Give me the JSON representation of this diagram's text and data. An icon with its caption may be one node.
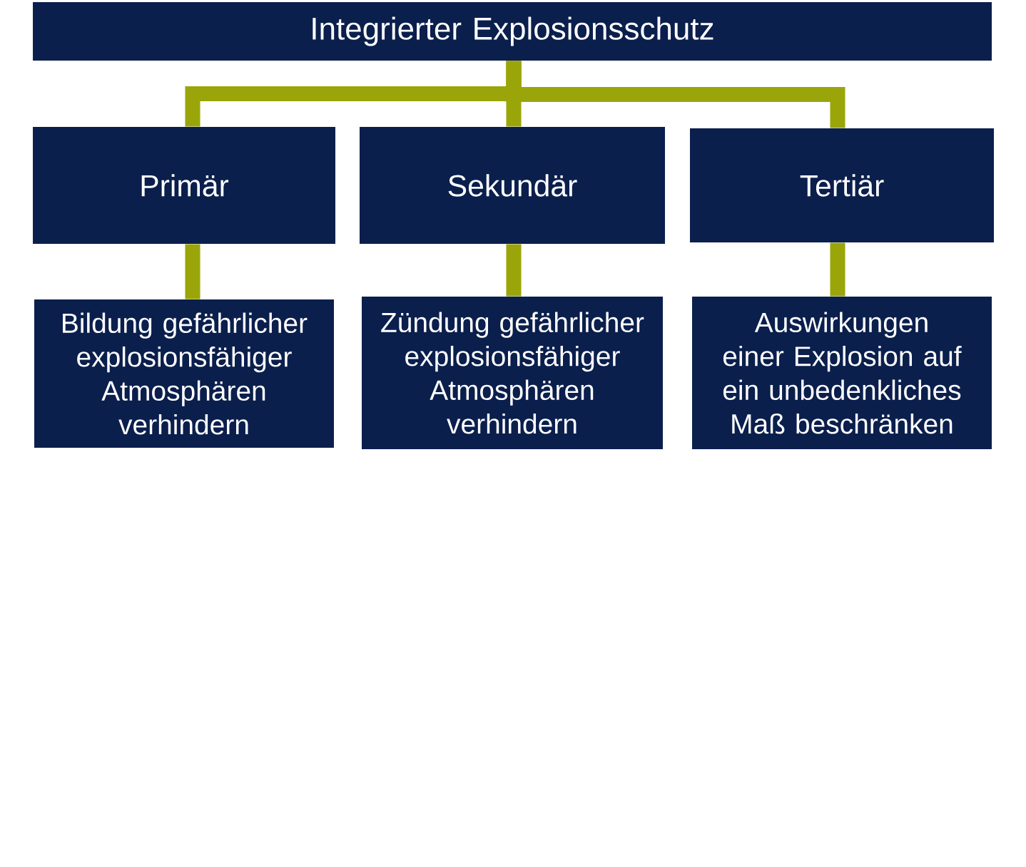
{
  "diagram": {
    "nodes": [
      {
        "text": [
          "Integrierter Explosionsschutz"
        ]
      },
      {
        "text": [
          "Primär"
        ]
      },
      {
        "text": [
          "Sekundär"
        ]
      },
      {
        "text": [
          "Tertiär"
        ]
      },
      {
        "text": [
          "Bildung gefährlicher explosionsfähiger Atmosphären verhindern"
        ]
      },
      {
        "text": [
          "Zündung gefährlicher explosionsfähiger Atmosphären verhindern"
        ]
      },
      {
        "text": [
          "Auswirkungen einer Explosion auf ein unbedenkliches Maß beschränken"
        ]
      }
    ],
    "edges": [
      {
        "from": 0,
        "to": 1,
        "arrow": "none"
      },
      {
        "from": 0,
        "to": 2,
        "arrow": "none"
      },
      {
        "from": 0,
        "to": 3,
        "arrow": "none"
      },
      {
        "from": 1,
        "to": 4,
        "arrow": "none"
      },
      {
        "from": 2,
        "to": 5,
        "arrow": "none"
      },
      {
        "from": 3,
        "to": 6,
        "arrow": "none"
      }
    ]
  }
}
